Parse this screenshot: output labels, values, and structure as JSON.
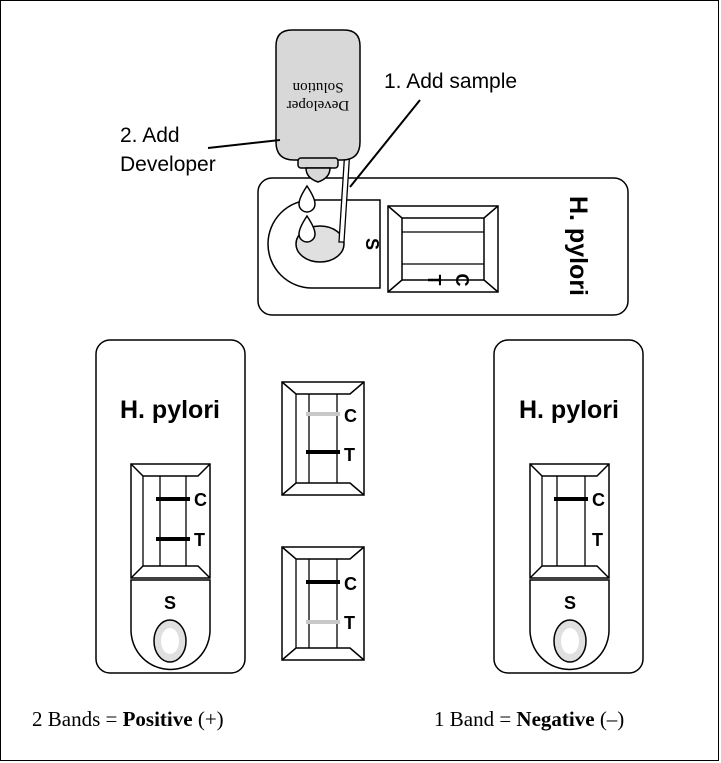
{
  "labels": {
    "step1": "1. Add sample",
    "step2_line1": "2. Add",
    "step2_line2": "Developer",
    "bottle_line1": "Developer",
    "bottle_line2": "Solution",
    "brand": "H. pylori",
    "sample": "S",
    "control": "C",
    "test": "T"
  },
  "captions": {
    "positive_prefix": "2 Bands = ",
    "positive_bold": "Positive",
    "positive_suffix": " (+)",
    "negative_prefix": "1 Band = ",
    "negative_bold": "Negative",
    "negative_suffix": " (–)"
  },
  "colors": {
    "outline": "#000000",
    "band_dark": "#000000",
    "band_faint": "#c8c8c8",
    "bottle_fill": "#d8d8d8",
    "well_fill": "#e0e0e0"
  }
}
